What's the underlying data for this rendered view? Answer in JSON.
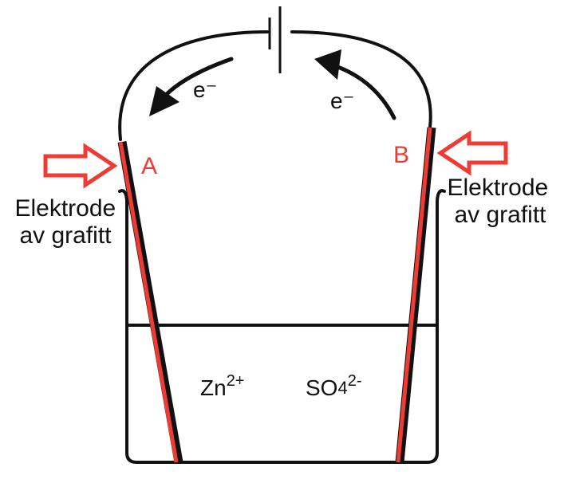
{
  "colors": {
    "ink": "#111111",
    "electrode": "#ee3b34",
    "background": "#ffffff"
  },
  "electron_label_left": "e⁻",
  "electron_label_right": "e⁻",
  "electrode_a_label": "A",
  "electrode_b_label": "B",
  "left_caption": {
    "line1": "Elektrode",
    "line2": "av grafitt"
  },
  "right_caption": {
    "line1": "Elektrode",
    "line2": "av grafitt"
  },
  "ions": {
    "zinc": {
      "symbol": "Zn",
      "charge": "2+"
    },
    "sulfate": {
      "symbol": "SO",
      "subscript": "4",
      "charge": "2-"
    }
  },
  "icons": {
    "battery": "battery-icon",
    "pointer_left": "hollow-arrow-right-icon",
    "pointer_right": "hollow-arrow-left-icon"
  }
}
